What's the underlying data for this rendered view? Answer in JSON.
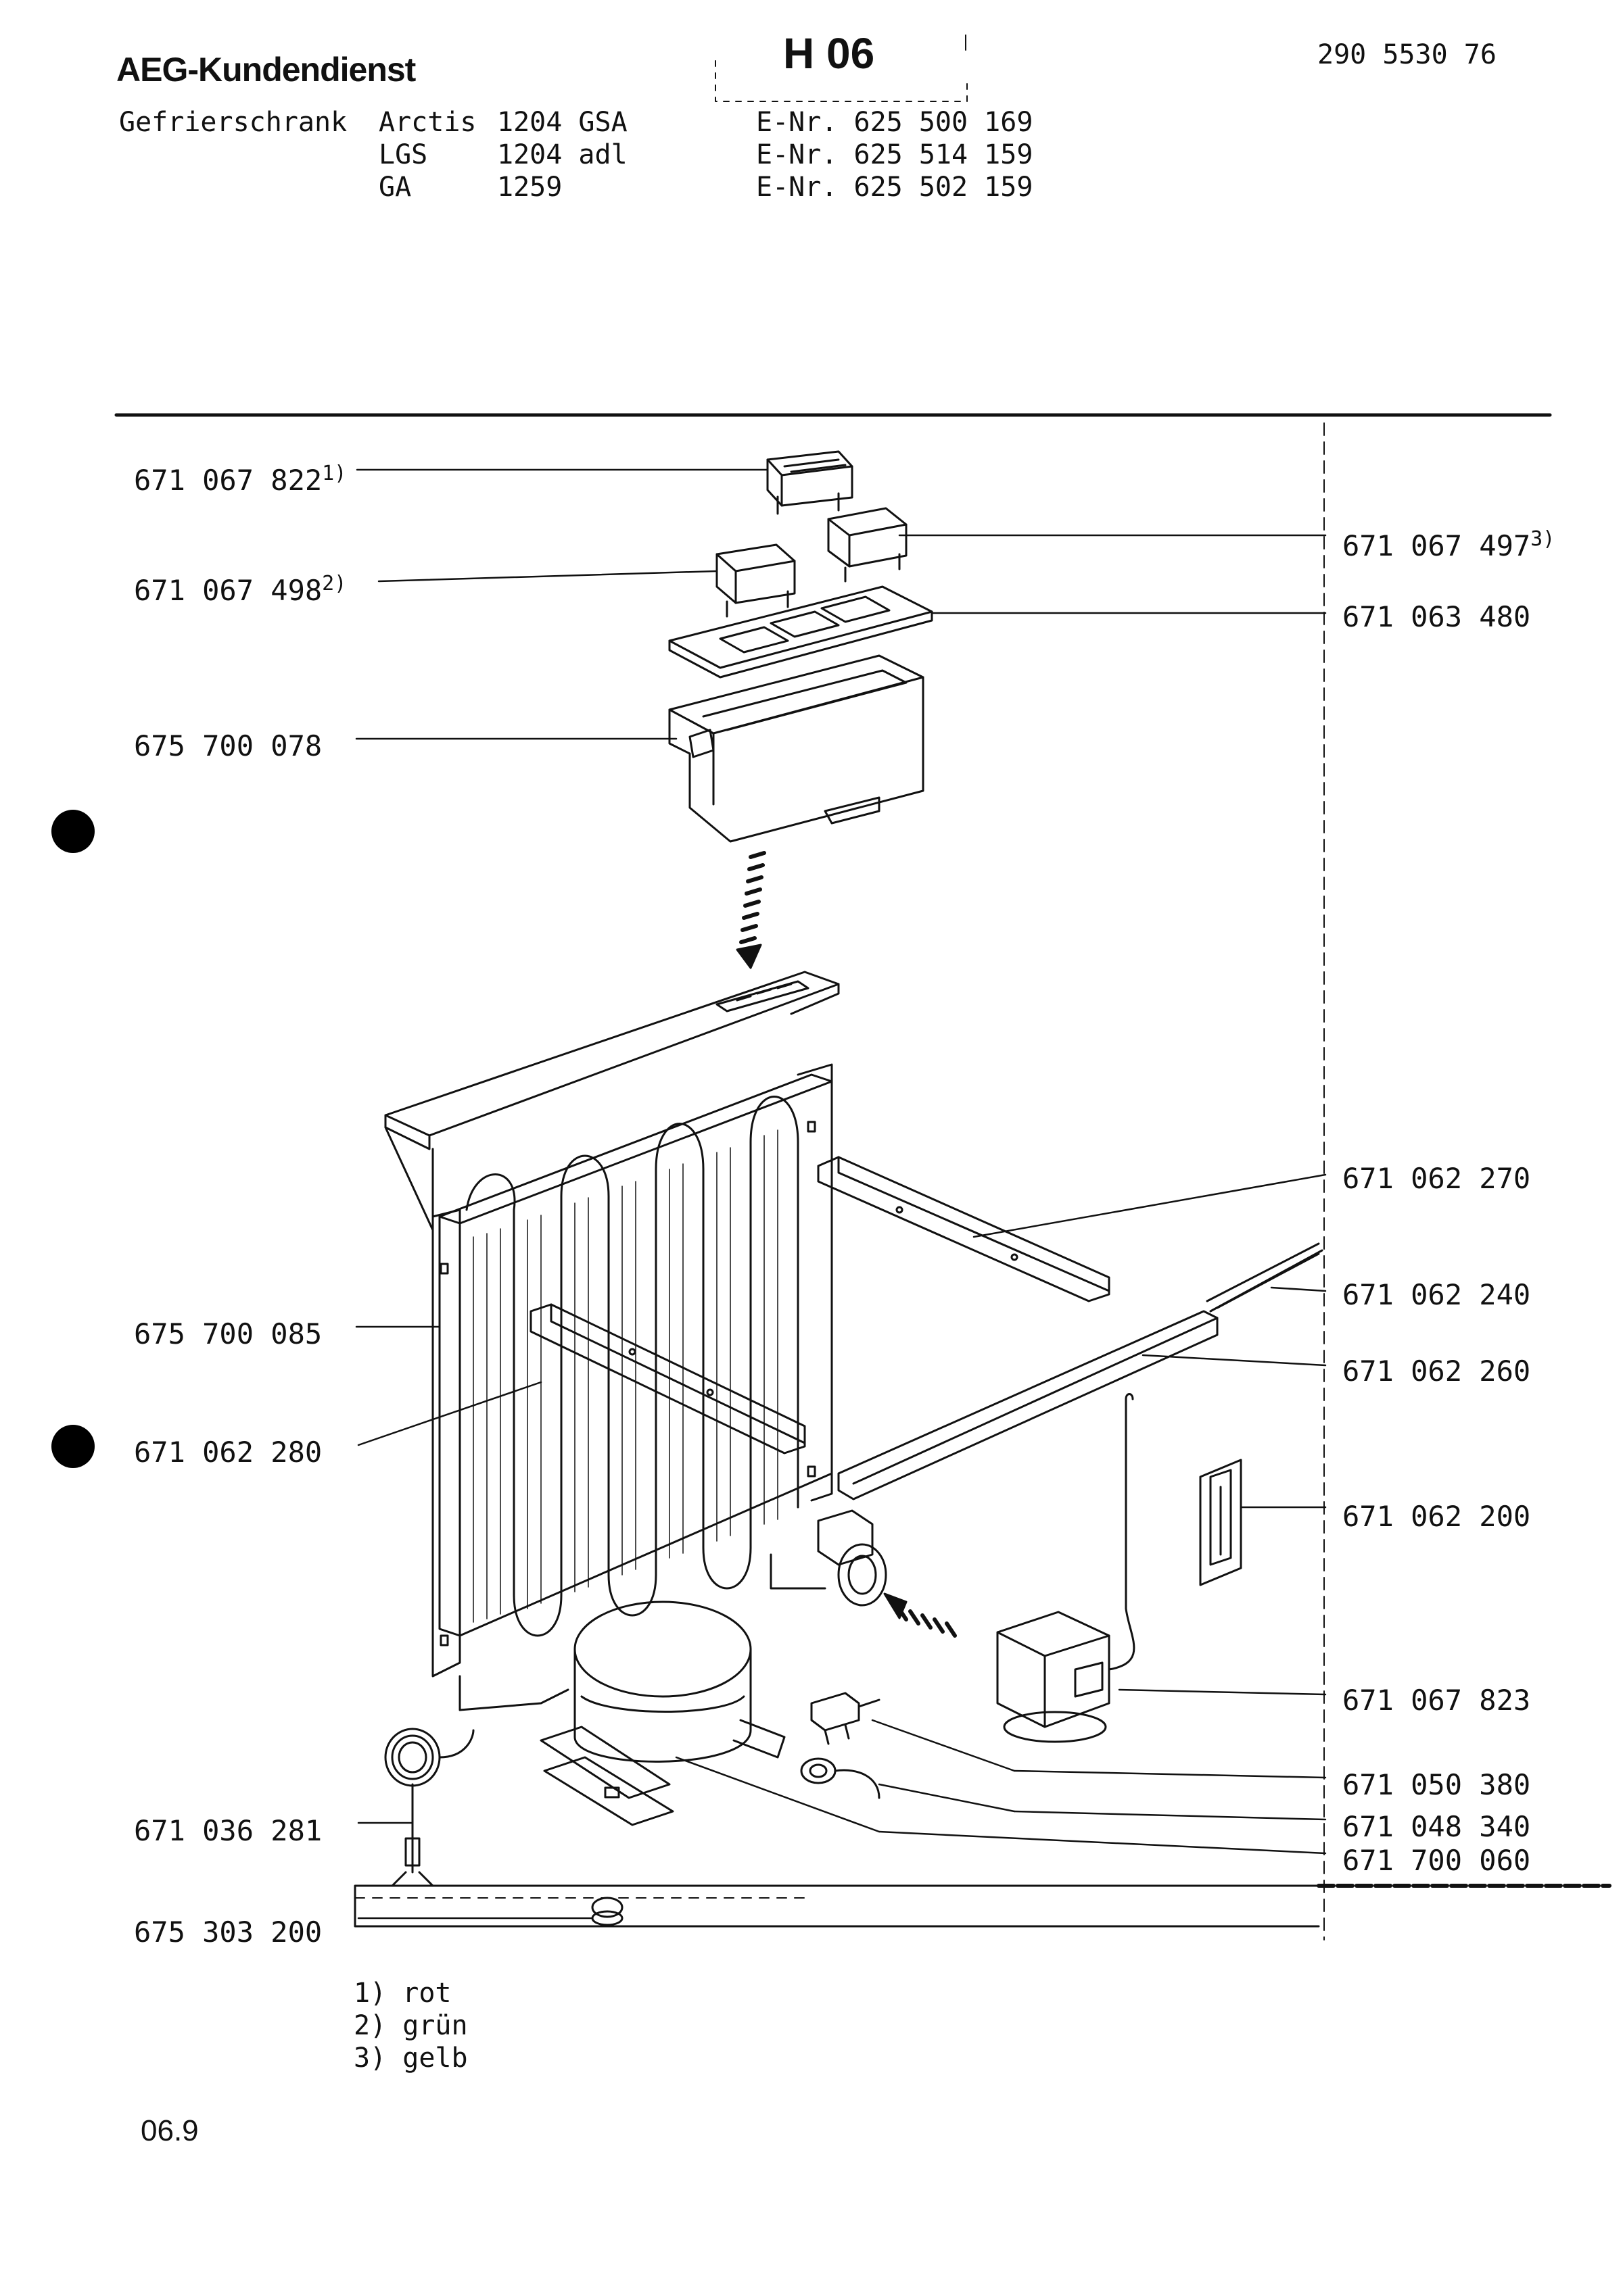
{
  "header": {
    "brand": "AEG-Kundendienst",
    "page_code": "H 06",
    "document_number": "290 5530 76",
    "appliance_type": "Gefrierschrank",
    "models": [
      {
        "name": "Arctis",
        "model": "1204 GSA",
        "e_nr": "E-Nr. 625 500 169"
      },
      {
        "name": "LGS",
        "model": "1204 adl",
        "e_nr": "E-Nr. 625 514 159"
      },
      {
        "name": "GA",
        "model": "1259",
        "e_nr": "E-Nr. 625 502 159"
      }
    ]
  },
  "parts_left": [
    {
      "number": "671 067 822",
      "note": "1)"
    },
    {
      "number": "671 067 498",
      "note": "2)"
    },
    {
      "number": "675 700 078",
      "note": ""
    },
    {
      "number": "675 700 085",
      "note": ""
    },
    {
      "number": "671 062 280",
      "note": ""
    },
    {
      "number": "671 036 281",
      "note": ""
    },
    {
      "number": "675 303 200",
      "note": ""
    }
  ],
  "parts_right": [
    {
      "number": "671 067 497",
      "note": "3)"
    },
    {
      "number": "671 063 480",
      "note": ""
    },
    {
      "number": "671 062 270",
      "note": ""
    },
    {
      "number": "671 062 240",
      "note": ""
    },
    {
      "number": "671 062 260",
      "note": ""
    },
    {
      "number": "671 062 200",
      "note": ""
    },
    {
      "number": "671 067 823",
      "note": ""
    },
    {
      "number": "671 050 380",
      "note": ""
    },
    {
      "number": "671 048 340",
      "note": ""
    },
    {
      "number": "671 700 060",
      "note": ""
    }
  ],
  "footnotes": [
    "1) rot",
    "2) grün",
    "3) gelb"
  ],
  "date_code": "06.9"
}
